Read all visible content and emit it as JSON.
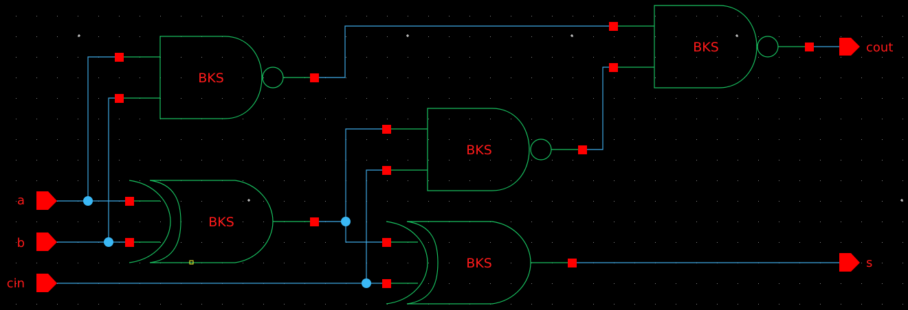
{
  "schematic": {
    "background_color": "#000000",
    "wire_color": "#3fa9e6",
    "gate_outline_color": "#19c060",
    "pin_color": "#ff0000",
    "junction_color": "#3ab8f5",
    "label_color": "#ff1a1a",
    "inputs": [
      {
        "name": "a"
      },
      {
        "name": "b"
      },
      {
        "name": "cin"
      }
    ],
    "outputs": [
      {
        "name": "cout"
      },
      {
        "name": "s"
      }
    ],
    "gates": [
      {
        "id": "nand1",
        "type": "NAND",
        "label": "BKS",
        "inputs": [
          "a",
          "b"
        ]
      },
      {
        "id": "xor1",
        "type": "XOR",
        "label": "BKS",
        "inputs": [
          "a",
          "b"
        ]
      },
      {
        "id": "nand2",
        "type": "NAND",
        "label": "BKS",
        "inputs": [
          "xor1",
          "cin"
        ]
      },
      {
        "id": "xor2",
        "type": "XOR",
        "label": "BKS",
        "inputs": [
          "xor1",
          "cin"
        ],
        "output": "s"
      },
      {
        "id": "nand3",
        "type": "NAND",
        "label": "BKS",
        "inputs": [
          "nand1",
          "nand2"
        ],
        "output": "cout"
      }
    ]
  }
}
